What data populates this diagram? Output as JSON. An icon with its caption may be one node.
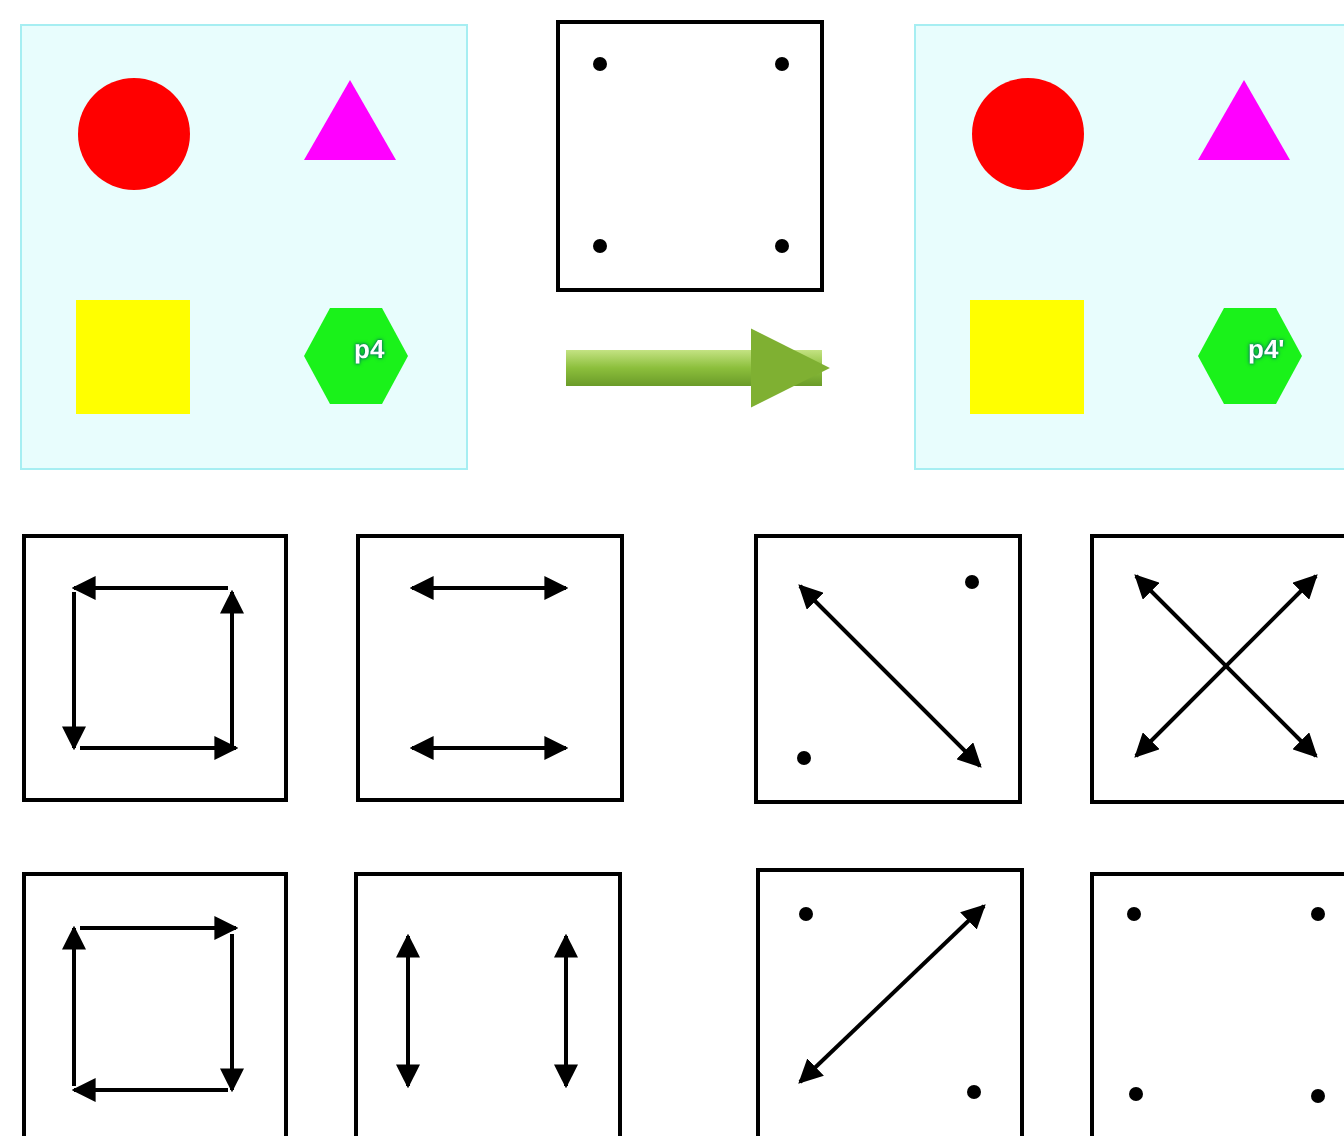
{
  "diagram": {
    "nodes": [
      {
        "text": [],
        "shape": "box"
      },
      {
        "text": [
          "p4"
        ],
        "in": 0
      },
      {
        "text": [],
        "shape": "box"
      },
      {
        "text": [
          "p4'"
        ],
        "in": 2
      }
    ],
    "edges": [
      {
        "from": 0,
        "to": 2,
        "arrow": "to",
        "style": "thick"
      }
    ]
  }
}
